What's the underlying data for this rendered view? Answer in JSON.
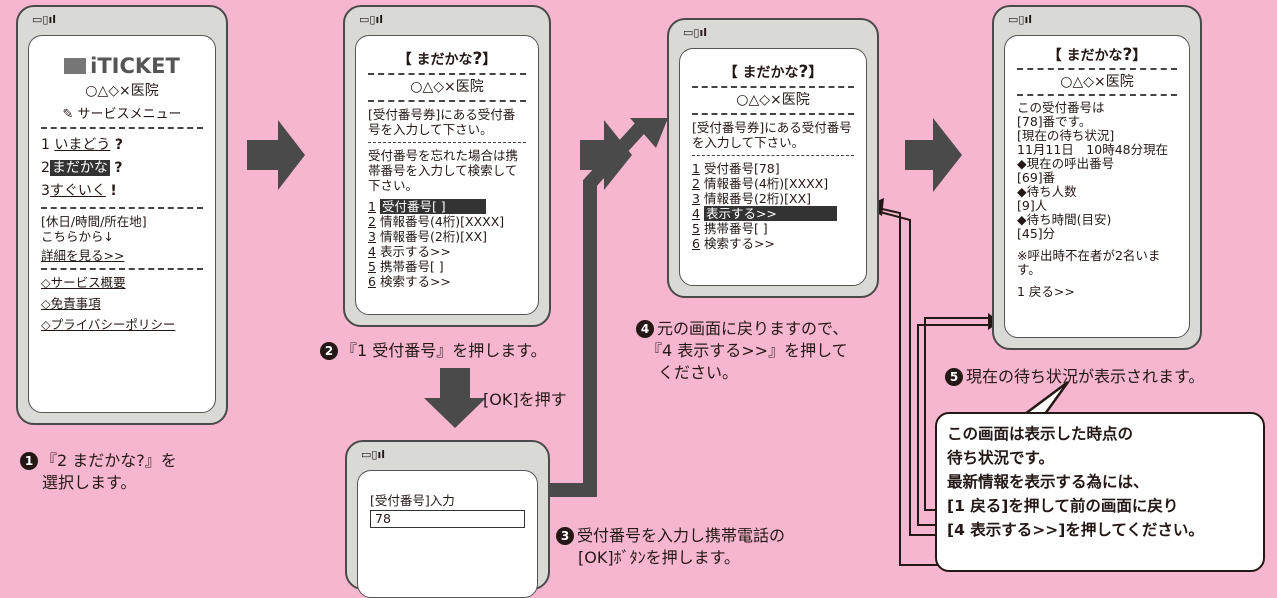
{
  "status_icon": "battery-signal",
  "phone1": {
    "logo": "iTICKET",
    "clinic": "○△◇×医院",
    "service_menu": "サービスメニュー",
    "menu": [
      {
        "num": "1",
        "label": "いまどう",
        "mark": "?"
      },
      {
        "num": "2",
        "label": "まだかな",
        "mark": "?"
      },
      {
        "num": "3",
        "label": "すぐいく",
        "mark": "!"
      }
    ],
    "info": "[休日/時間/所在地]",
    "info2": "こちらから↓",
    "detail_link": "詳細を見る>>",
    "links": [
      "◇サービス概要",
      "◇免責事項",
      "◇プライバシーポリシー"
    ]
  },
  "phone2": {
    "title": "【 まだかな",
    "title_q": "?",
    "title_end": "】",
    "clinic": "○△◇×医院",
    "instr1": "[受付番号券]にある受付番号を入力して下さい。",
    "instr2": "受付番号を忘れた場合は携帯番号を入力して検索して下さい。",
    "items": [
      "受付番号[ ]",
      "情報番号(4桁)[XXXX]",
      "情報番号(2桁)[XX]",
      "表示する>>",
      "携帯番号[ ]",
      "検索する>>"
    ]
  },
  "phone3": {
    "title": "【 まだかな",
    "title_q": "?",
    "title_end": "】",
    "clinic": "○△◇×医院",
    "instr1": "[受付番号券]にある受付番号を入力して下さい。",
    "items": [
      "受付番号[78]",
      "情報番号(4桁)[XXXX]",
      "情報番号(2桁)[XX]",
      "表示する>>",
      "携帯番号[ ]",
      "検索する>>"
    ]
  },
  "phone4": {
    "title": "【 まだかな",
    "title_q": "?",
    "title_end": "】",
    "clinic": "○△◇×医院",
    "lines": [
      "この受付番号は",
      "[78]番です。",
      "[現在の待ち状況]",
      "11月11日　10時48分現在",
      "◆現在の呼出番号",
      "[69]番",
      "◆待ち人数",
      "[9]人",
      "◆待ち時間(目安)",
      "[45]分"
    ],
    "note": "※呼出時不在者が2名います。",
    "back": "1 戻る>>"
  },
  "phone_input": {
    "label": "[受付番号]入力",
    "value": "78"
  },
  "captions": {
    "c1_num": "1",
    "c1": "『2 まだかな?』を",
    "c1b": "選択します。",
    "c2_num": "2",
    "c2": "『1 受付番号』を押します。",
    "ok": "[OK]を押す",
    "c3_num": "3",
    "c3": "受付番号を入力し携帯電話の",
    "c3b": "[OK]ﾎﾞﾀﾝを押します。",
    "c4_num": "4",
    "c4": "元の画面に戻りますので、",
    "c4b": "『4 表示する>>』を押して",
    "c4c": "ください。",
    "c5_num": "5",
    "c5": "現在の待ち状況が表示されます。"
  },
  "callout": [
    "この画面は表示した時点の",
    "待ち状況です。",
    "最新情報を表示する為には、",
    "[1 戻る]を押して前の画面に戻り",
    "[4 表示する>>]を押してください。"
  ]
}
